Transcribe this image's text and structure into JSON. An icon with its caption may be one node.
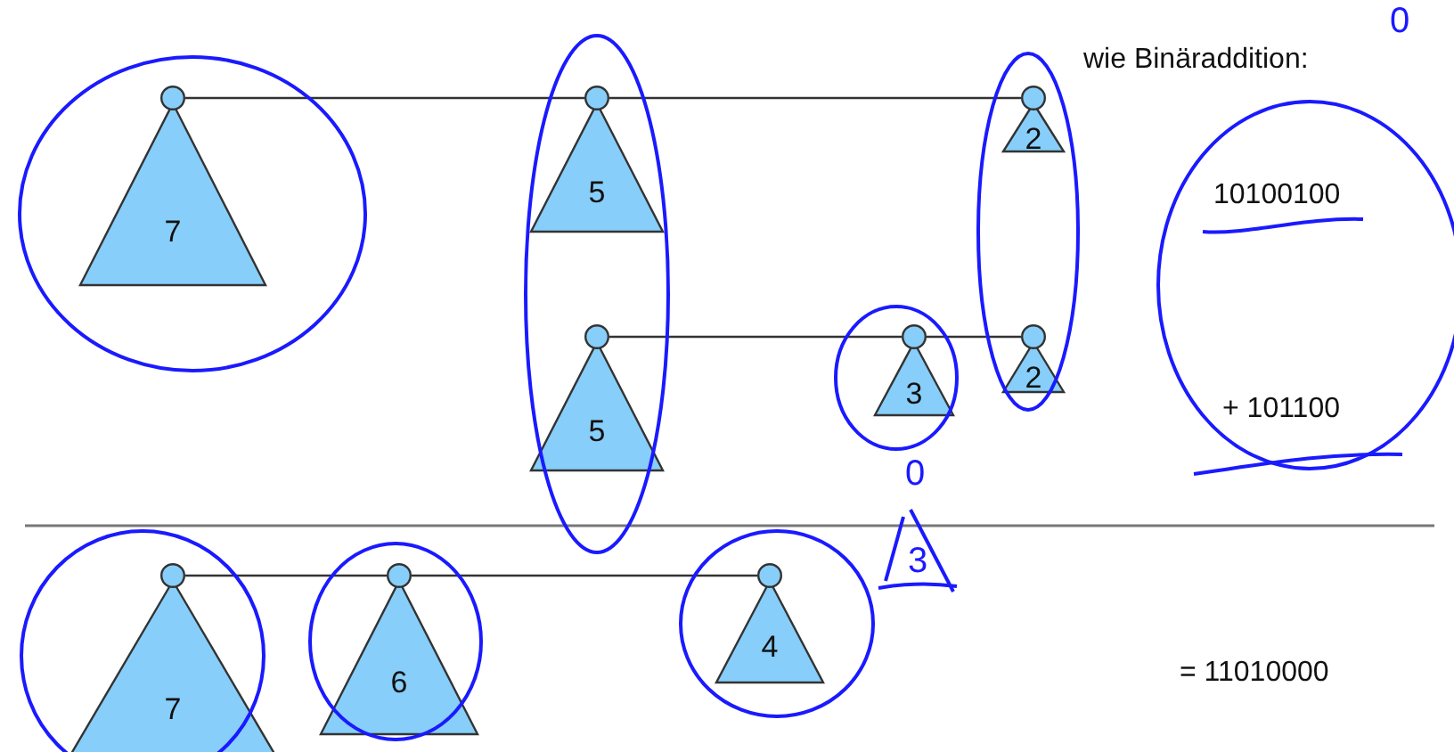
{
  "diagram": {
    "nodes": [
      {
        "text": [
          "7"
        ]
      },
      {
        "text": [
          "5"
        ]
      },
      {
        "text": [
          "2"
        ]
      },
      {
        "text": [
          "5"
        ]
      },
      {
        "text": [
          "3"
        ]
      },
      {
        "text": [
          "2"
        ]
      },
      {
        "text": [
          "7"
        ]
      },
      {
        "text": [
          "6"
        ]
      },
      {
        "text": [
          "4"
        ]
      },
      {
        "text": [
          "3"
        ]
      }
    ],
    "edges": [
      {
        "from": 0,
        "to": 1,
        "arrow": "none"
      },
      {
        "from": 1,
        "to": 2,
        "arrow": "none"
      },
      {
        "from": 3,
        "to": 4,
        "arrow": "none"
      },
      {
        "from": 4,
        "to": 5,
        "arrow": "none"
      },
      {
        "from": 6,
        "to": 7,
        "arrow": "none"
      },
      {
        "from": 7,
        "to": 8,
        "arrow": "none"
      }
    ],
    "labels": [
      "wie Binäraddition:",
      "0",
      "10100100",
      "+ 101100",
      "0",
      "= 11010000"
    ]
  }
}
